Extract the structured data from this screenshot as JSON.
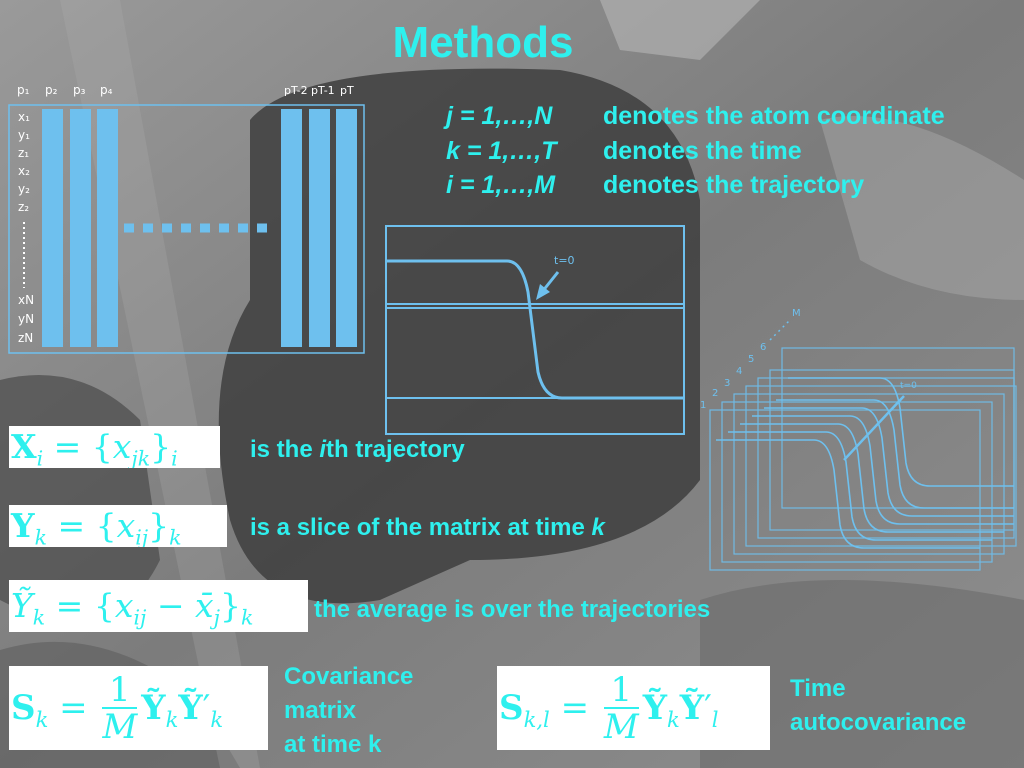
{
  "slide": {
    "title": "Methods",
    "accent_color": "#2ef0ee",
    "bar_color": "#6ec0ee"
  },
  "matrix": {
    "column_labels_left": [
      "p₁",
      "p₂",
      "p₃",
      "p₄"
    ],
    "column_labels_right": [
      "pT-2",
      "pT-1",
      "pT"
    ],
    "row_labels_top": [
      "x₁",
      "y₁",
      "z₁",
      "x₂",
      "y₂",
      "z₂"
    ],
    "row_labels_bottom": [
      "xN",
      "yN",
      "zN"
    ]
  },
  "definitions": [
    {
      "lhs": "j = 1,…,N",
      "rhs": "denotes the atom coordinate"
    },
    {
      "lhs": "k = 1,…,T",
      "rhs": "denotes the time"
    },
    {
      "lhs": "i = 1,…,M",
      "rhs": "denotes the trajectory"
    }
  ],
  "trajectory_plot": {
    "time_label": "t=0"
  },
  "stacked_plot": {
    "axis_numbers": [
      "1",
      "2",
      "3",
      "4",
      "5",
      "6",
      "M"
    ],
    "time_label": "t=0"
  },
  "formulas": [
    {
      "desc_pre": "is the ",
      "desc_italic": "i",
      "desc_post": "th trajectory"
    },
    {
      "desc_pre": "is a slice of the matrix at time ",
      "desc_italic": "k",
      "desc_post": ""
    },
    {
      "desc_pre": "the average is over the trajectories",
      "desc_italic": "",
      "desc_post": ""
    }
  ],
  "covariance": {
    "desc_line1": "Covariance",
    "desc_line2": "matrix",
    "desc_line3": "at time k",
    "frac_num": "1",
    "frac_den": "M"
  },
  "autocovariance": {
    "desc_line1": "Time",
    "desc_line2": "autocovariance",
    "frac_num": "1",
    "frac_den": "M"
  }
}
